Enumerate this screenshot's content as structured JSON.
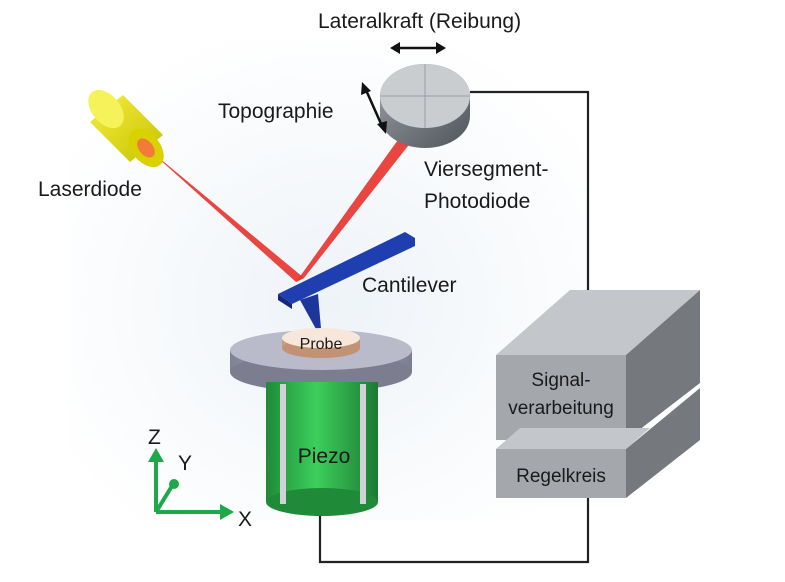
{
  "labels": {
    "lateral_force": "Lateralkraft (Reibung)",
    "topography": "Topographie",
    "laser_diode": "Laserdiode",
    "photodiode_line1": "Viersegment-",
    "photodiode_line2": "Photodiode",
    "cantilever": "Cantilever",
    "sample": "Probe",
    "piezo": "Piezo",
    "signal_line1": "Signal-",
    "signal_line2": "verarbeitung",
    "control_loop": "Regelkreis",
    "axis_x": "X",
    "axis_y": "Y",
    "axis_z": "Z"
  },
  "colors": {
    "laser_beam": "#e8322c",
    "laser_diode": "#e6e000",
    "cantilever": "#1f3fb0",
    "piezo": "#2fb34a",
    "box": "#a4a8ad",
    "axes": "#1fa84a"
  }
}
